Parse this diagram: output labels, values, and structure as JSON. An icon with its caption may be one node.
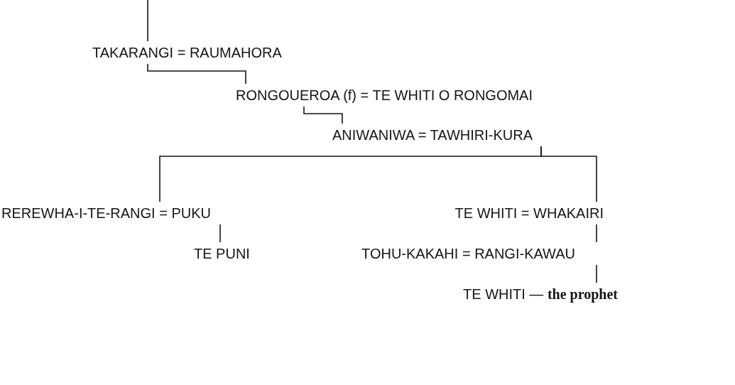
{
  "diagram": {
    "nodes": [
      {
        "text": [
          "TAKARANGI = RAUMAHORA"
        ]
      },
      {
        "text": [
          "RONGOUEROA (f) = TE WHITI O RONGOMAI"
        ]
      },
      {
        "text": [
          "ANIWANIWA = TAWHIRI-KURA"
        ]
      },
      {
        "text": [
          "REREWHA-I-TE-RANGI = PUKU"
        ]
      },
      {
        "text": [
          "TE WHITI = WHAKAIRI"
        ]
      },
      {
        "text": [
          "TE PUNI"
        ]
      },
      {
        "text": [
          "TOHU-KAKAHI = RANGI-KAWAU"
        ]
      },
      {
        "text": [
          "TE WHITI — **the prophet**"
        ]
      }
    ],
    "edges": [
      {
        "from": null,
        "to": 0,
        "arrow": "none"
      },
      {
        "from": 0,
        "to": 1,
        "arrow": "none"
      },
      {
        "from": 1,
        "to": 2,
        "arrow": "none"
      },
      {
        "from": 2,
        "to": 3,
        "arrow": "none"
      },
      {
        "from": 2,
        "to": 4,
        "arrow": "none"
      },
      {
        "from": 3,
        "to": 5,
        "arrow": "none"
      },
      {
        "from": 4,
        "to": 6,
        "arrow": "none"
      },
      {
        "from": 6,
        "to": 7,
        "arrow": "none"
      }
    ]
  }
}
